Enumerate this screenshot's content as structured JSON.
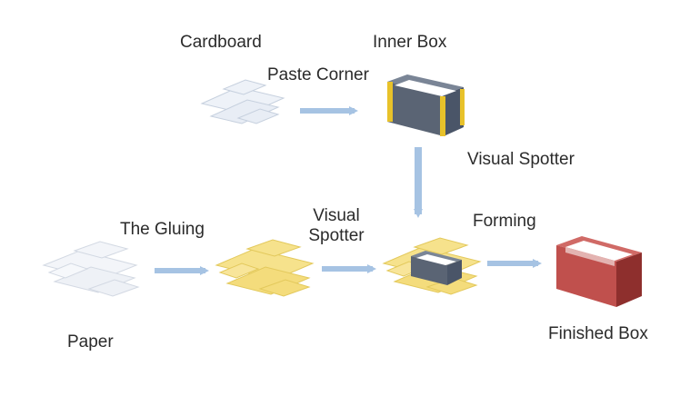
{
  "labels": {
    "cardboard": "Cardboard",
    "inner_box": "Inner Box",
    "paste_corner": "Paste Corner",
    "visual_spotter_1": "Visual Spotter",
    "the_gluing": "The Gluing",
    "visual_spotter_2_line1": "Visual",
    "visual_spotter_2_line2": "Spotter",
    "forming": "Forming",
    "paper": "Paper",
    "finished_box": "Finished Box"
  },
  "colors": {
    "arrow": "#a6c3e3",
    "sheet": "#e8edf5",
    "sheet_stroke": "#c6d0de",
    "glued_paper": "#f6e28c",
    "glued_stroke": "#e3c95c",
    "inner_box": "#4a5568",
    "inner_box_light": "#7a8596",
    "corner_tape": "#e8c22a",
    "finished_box": "#c0504d",
    "finished_box_dark": "#8e2f2d"
  }
}
